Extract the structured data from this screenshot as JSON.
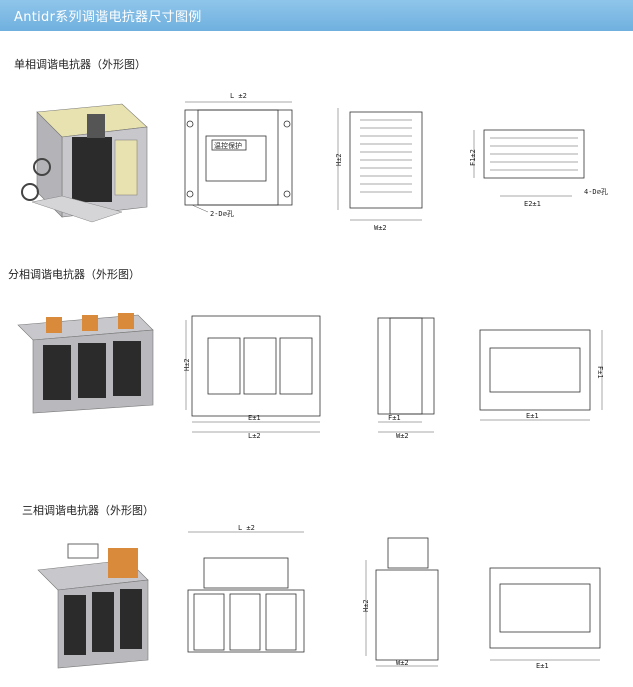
{
  "header": {
    "title": "Antidr系列调谐电抗器尺寸图例"
  },
  "sections": [
    {
      "title": "单相调谐电抗器（外形图）",
      "labels": {
        "length": "L ±2",
        "height": "H±2",
        "width": "W±2",
        "f1": "F1±2",
        "e2": "E2±1",
        "holes_front": "2-D⌀孔",
        "holes_plan": "4-D⌀孔",
        "box": "温控保护"
      }
    },
    {
      "title": "分相调谐电抗器（外形图）",
      "labels": {
        "height": "H±2",
        "e": "E±1",
        "length": "L±2",
        "f": "F±1",
        "width": "W±2",
        "e_plan": "E±1",
        "f_plan": "F±1"
      }
    },
    {
      "title": "三相调谐电抗器（外形图）",
      "labels": {
        "length": "L ±2",
        "height": "H±2",
        "width": "W±2",
        "e_plan": "E±1"
      }
    }
  ],
  "colors": {
    "banner": "#7ab8e3",
    "core": "#c8c8cc",
    "coil": "#2b2b2b",
    "copper": "#d98a3a",
    "insul": "#e8e2b0"
  }
}
